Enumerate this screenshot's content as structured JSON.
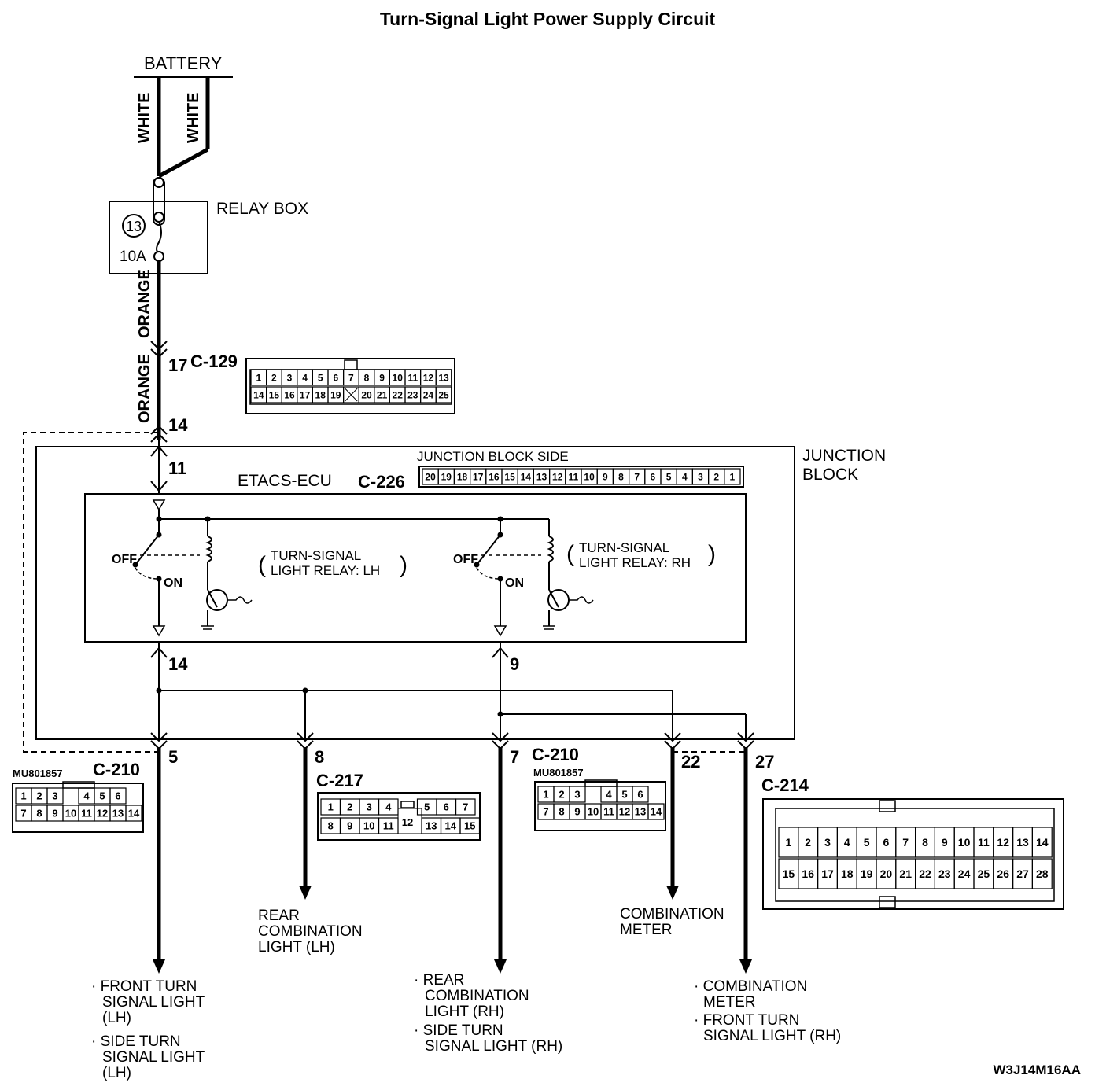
{
  "title": "Turn-Signal Light Power Supply Circuit",
  "battery": "BATTERY",
  "wire_colors": {
    "white_1": "WHITE",
    "white_2": "WHITE",
    "orange_1": "ORANGE",
    "orange_2": "ORANGE"
  },
  "relay_box": {
    "label": "RELAY BOX",
    "fuse_number": "13",
    "fuse_rating": "10A"
  },
  "c129": {
    "label": "C-129",
    "pin_17": "17",
    "pin_14": "14",
    "top_row": [
      "1",
      "2",
      "3",
      "4",
      "5",
      "6",
      "7",
      "8",
      "9",
      "10",
      "11",
      "12",
      "13"
    ],
    "bottom_row": [
      "14",
      "15",
      "16",
      "17",
      "18",
      "19",
      "",
      "20",
      "21",
      "22",
      "23",
      "24",
      "25"
    ]
  },
  "junction_block": {
    "label_line1": "JUNCTION",
    "label_line2": "BLOCK",
    "side_label": "JUNCTION BLOCK SIDE"
  },
  "etacs": {
    "label": "ETACS-ECU",
    "connector": "C-226",
    "pin_in": "11",
    "pin_out_lh": "14",
    "pin_out_rh": "9",
    "pins": [
      "20",
      "19",
      "18",
      "17",
      "16",
      "15",
      "14",
      "13",
      "12",
      "11",
      "10",
      "9",
      "8",
      "7",
      "6",
      "5",
      "4",
      "3",
      "2",
      "1"
    ]
  },
  "relay_lh": {
    "off": "OFF",
    "on": "ON",
    "line1": "TURN-SIGNAL",
    "line2": "LIGHT RELAY: LH"
  },
  "relay_rh": {
    "off": "OFF",
    "on": "ON",
    "line1": "TURN-SIGNAL",
    "line2": "LIGHT RELAY: RH"
  },
  "outputs": {
    "pin_5": "5",
    "pin_8": "8",
    "pin_7": "7",
    "pin_22": "22",
    "pin_27": "27"
  },
  "c210_left": {
    "part": "MU801857",
    "label": "C-210",
    "top_row": [
      "1",
      "2",
      "3",
      "",
      "4",
      "5",
      "6"
    ],
    "bottom_row": [
      "7",
      "8",
      "9",
      "10",
      "11",
      "12",
      "13",
      "14"
    ]
  },
  "c217": {
    "label": "C-217",
    "top_row": [
      "1",
      "2",
      "3",
      "4",
      "",
      "5",
      "6",
      "7"
    ],
    "bottom_row": [
      "8",
      "9",
      "10",
      "11",
      "12",
      "13",
      "14",
      "15"
    ]
  },
  "c210_right": {
    "part": "MU801857",
    "label": "C-210",
    "top_row": [
      "1",
      "2",
      "3",
      "",
      "4",
      "5",
      "6"
    ],
    "bottom_row": [
      "7",
      "8",
      "9",
      "10",
      "11",
      "12",
      "13",
      "14"
    ]
  },
  "c214": {
    "label": "C-214",
    "top_row": [
      "1",
      "2",
      "3",
      "4",
      "5",
      "6",
      "7",
      "8",
      "9",
      "10",
      "11",
      "12",
      "13",
      "14"
    ],
    "bottom_row": [
      "15",
      "16",
      "17",
      "18",
      "19",
      "20",
      "21",
      "22",
      "23",
      "24",
      "25",
      "26",
      "27",
      "28"
    ]
  },
  "destinations": {
    "lh_front": {
      "line1": "· FRONT TURN",
      "line2": "SIGNAL LIGHT",
      "line3": "(LH)"
    },
    "lh_side": {
      "line1": "· SIDE TURN",
      "line2": "SIGNAL LIGHT",
      "line3": "(LH)"
    },
    "rear_lh": {
      "line1": "REAR",
      "line2": "COMBINATION",
      "line3": "LIGHT (LH)"
    },
    "rear_rh": {
      "line1": "· REAR",
      "line2": "COMBINATION",
      "line3": "LIGHT (RH)"
    },
    "side_rh": {
      "line1": "· SIDE TURN",
      "line2": "SIGNAL LIGHT (RH)"
    },
    "meter": {
      "line1": "COMBINATION",
      "line2": "METER"
    },
    "meter_rh": {
      "line1": "· COMBINATION",
      "line2": "METER"
    },
    "front_rh": {
      "line1": "· FRONT TURN",
      "line2": "SIGNAL LIGHT (RH)"
    }
  },
  "figure_code": "W3J14M16AA"
}
